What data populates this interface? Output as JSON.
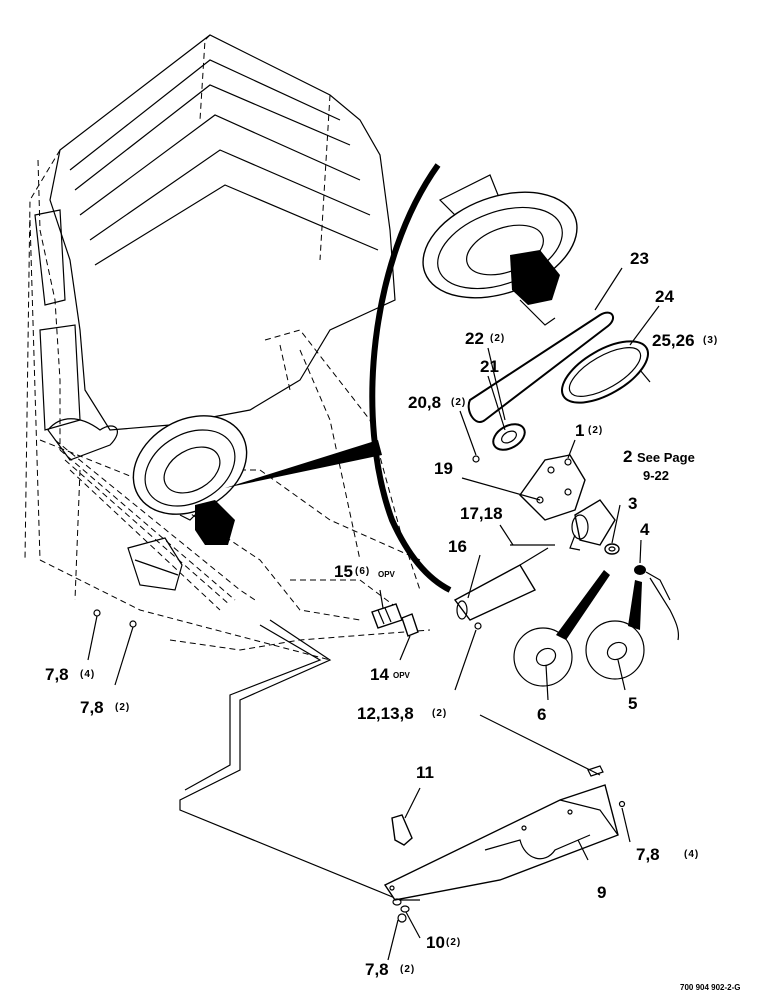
{
  "callouts": {
    "c23": {
      "num": "23",
      "qty": ""
    },
    "c24": {
      "num": "24",
      "qty": ""
    },
    "c25_26": {
      "num": "25,26",
      "qty": "(3)"
    },
    "c22": {
      "num": "22",
      "qty": "(2)"
    },
    "c21": {
      "num": "21",
      "qty": ""
    },
    "c20_8": {
      "num": "20,8",
      "qty": "(2)"
    },
    "c1": {
      "num": "1",
      "qty": "(2)"
    },
    "c2": {
      "num": "2",
      "note": "See Page",
      "page": "9-22"
    },
    "c19": {
      "num": "19",
      "qty": ""
    },
    "c3": {
      "num": "3",
      "qty": ""
    },
    "c17_18": {
      "num": "17,18",
      "qty": ""
    },
    "c4": {
      "num": "4",
      "qty": ""
    },
    "c16": {
      "num": "16",
      "qty": ""
    },
    "c15": {
      "num": "15",
      "qty": "(6)",
      "tag": "OPV"
    },
    "c14": {
      "num": "14",
      "tag": "OPV"
    },
    "c7_8_left4": {
      "num": "7,8",
      "qty": "(4)"
    },
    "c7_8_left2": {
      "num": "7,8",
      "qty": "(2)"
    },
    "c12_13_8": {
      "num": "12,13,8",
      "qty": "(2)"
    },
    "c6": {
      "num": "6",
      "qty": ""
    },
    "c5": {
      "num": "5",
      "qty": ""
    },
    "c11": {
      "num": "11",
      "qty": ""
    },
    "c7_8_right4": {
      "num": "7,8",
      "qty": "(4)"
    },
    "c9": {
      "num": "9",
      "qty": ""
    },
    "c10": {
      "num": "10",
      "qty": "(2)"
    },
    "c7_8_bottom2": {
      "num": "7,8",
      "qty": "(2)"
    }
  },
  "figure_ref": "700 904 902-2-G"
}
